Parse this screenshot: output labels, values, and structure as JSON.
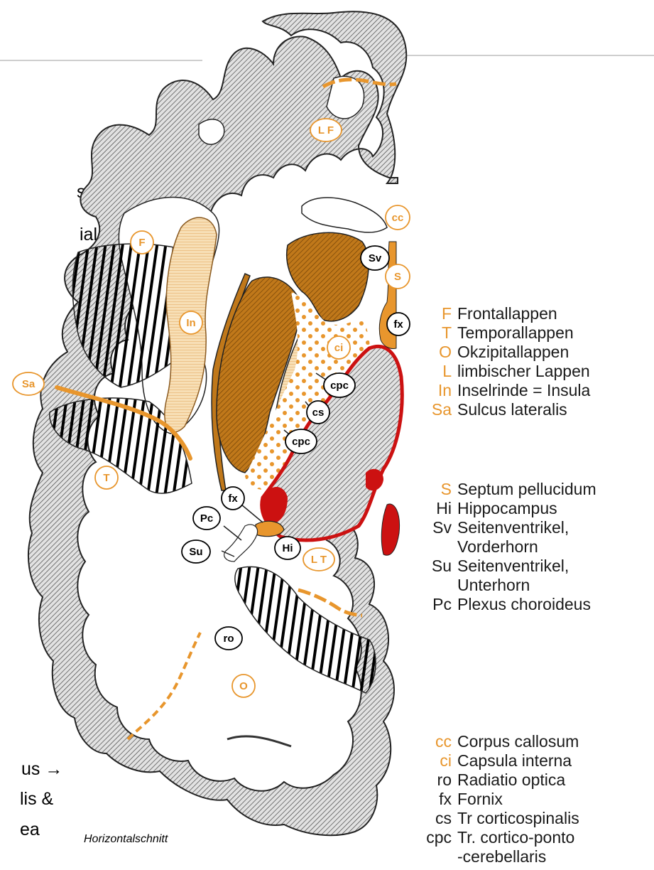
{
  "caption": "Horizontalschnitt",
  "left_fragments": [
    "s",
    "iale",
    "us →",
    "lis &",
    "ea"
  ],
  "colors": {
    "orange": "#e8962d",
    "brown": "#c0781a",
    "red": "#cc1111",
    "gray": "#cfcfcf",
    "black": "#000000"
  },
  "labels": {
    "orange": [
      "L F",
      "cc",
      "S",
      "F",
      "In",
      "ci",
      "Sa",
      "T",
      "L T",
      "O"
    ],
    "black": [
      "Sv",
      "fx",
      "cpc",
      "cs",
      "cpc",
      "fx",
      "Pc",
      "Su",
      "Hi",
      "ro"
    ]
  },
  "legend": {
    "group1": [
      {
        "abbr": "F",
        "text": "Frontallappen",
        "color": "orange"
      },
      {
        "abbr": "T",
        "text": "Temporallappen",
        "color": "orange"
      },
      {
        "abbr": "O",
        "text": "Okzipitallappen",
        "color": "orange"
      },
      {
        "abbr": "L",
        "text": "limbischer Lappen",
        "color": "orange"
      },
      {
        "abbr": "In",
        "text": "Inselrinde = Insula",
        "color": "orange"
      },
      {
        "abbr": "Sa",
        "text": "Sulcus lateralis",
        "color": "orange"
      }
    ],
    "group2": [
      {
        "abbr": "S",
        "text": "Septum pellucidum",
        "color": "orange"
      },
      {
        "abbr": "Hi",
        "text": "Hippocampus",
        "color": "black"
      },
      {
        "abbr": "Sv",
        "text": "Seitenventrikel,",
        "cont": "Vorderhorn",
        "color": "black"
      },
      {
        "abbr": "Su",
        "text": "Seitenventrikel,",
        "cont": "Unterhorn",
        "color": "black"
      },
      {
        "abbr": "Pc",
        "text": "Plexus choroideus",
        "color": "black"
      }
    ],
    "group3": [
      {
        "abbr": "cc",
        "text": "Corpus callosum",
        "color": "orange"
      },
      {
        "abbr": "ci",
        "text": "Capsula interna",
        "color": "orange"
      },
      {
        "abbr": "ro",
        "text": "Radiatio optica",
        "color": "black"
      },
      {
        "abbr": "fx",
        "text": "Fornix",
        "color": "black"
      },
      {
        "abbr": "cs",
        "text": "Tr corticospinalis",
        "color": "black"
      },
      {
        "abbr": "cpc",
        "text": "Tr. cortico-ponto",
        "cont": "-cerebellaris",
        "color": "black"
      }
    ]
  }
}
